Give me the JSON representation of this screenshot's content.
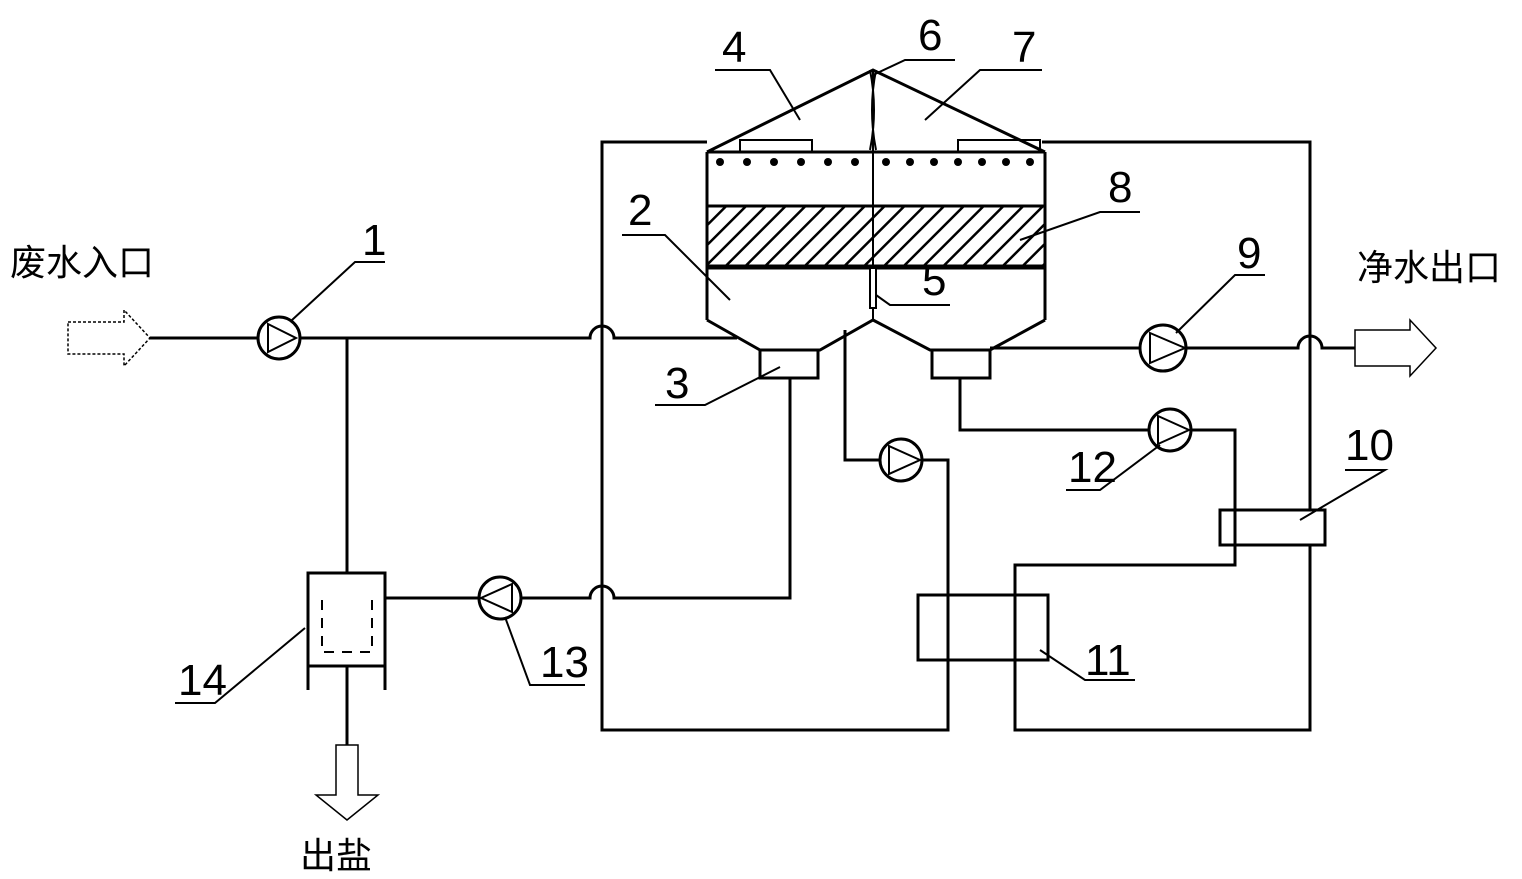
{
  "labels": {
    "wastewater_inlet": "废水入口",
    "clean_water_outlet": "净水出口",
    "salt_outlet": "出盐"
  },
  "numbers": {
    "n1": "1",
    "n2": "2",
    "n3": "3",
    "n4": "4",
    "n5": "5",
    "n6": "6",
    "n7": "7",
    "n8": "8",
    "n9": "9",
    "n10": "10",
    "n11": "11",
    "n12": "12",
    "n13": "13",
    "n14": "14"
  }
}
